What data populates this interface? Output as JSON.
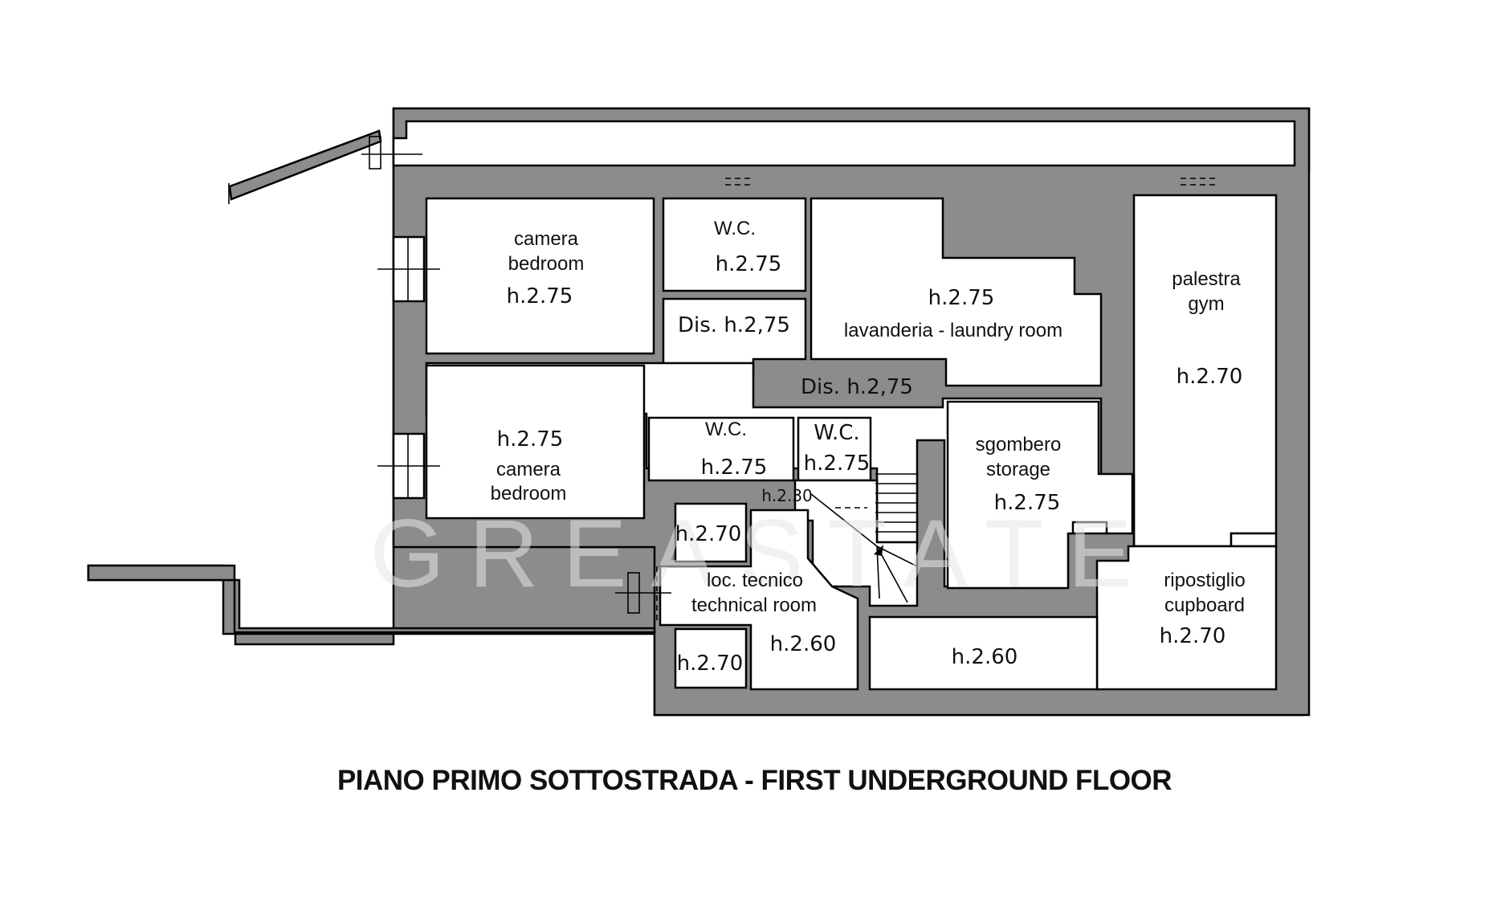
{
  "title": "PIANO PRIMO SOTTOSTRADA - FIRST UNDERGROUND FLOOR",
  "watermark": "GREASTATE",
  "rooms": {
    "bedroom1": {
      "label_it": "camera",
      "label_en": "bedroom",
      "height": "h.2.75"
    },
    "wc1": {
      "label": "W.C.",
      "height": "h.2.75"
    },
    "dis1": {
      "label": "Dis. h.2,75"
    },
    "laundry": {
      "height": "h.2.75",
      "label": "lavanderia - laundry room"
    },
    "gym": {
      "label_it": "palestra",
      "label_en": "gym",
      "height": "h.2.70"
    },
    "dis2": {
      "label": "Dis. h.2,75"
    },
    "bedroom2": {
      "height": "h.2.75",
      "label_it": "camera",
      "label_en": "bedroom"
    },
    "wc2": {
      "label": "W.C.",
      "height": "h.2.75"
    },
    "wc3": {
      "label": "W.C.",
      "height": "h.2.75"
    },
    "stair": {
      "height": "h.2.30"
    },
    "storage": {
      "label_it": "sgombero",
      "label_en": "storage",
      "height": "h.2.75"
    },
    "technical": {
      "height_top": "h.2.70",
      "label_it": "loc. tecnico",
      "label_en": "technical room",
      "height_main": "h.2.60",
      "height_bottom": "h.2.70"
    },
    "corridor": {
      "height": "h.2.60"
    },
    "cupboard": {
      "label_it": "ripostiglio",
      "label_en": "cupboard",
      "height": "h.2.70"
    }
  }
}
